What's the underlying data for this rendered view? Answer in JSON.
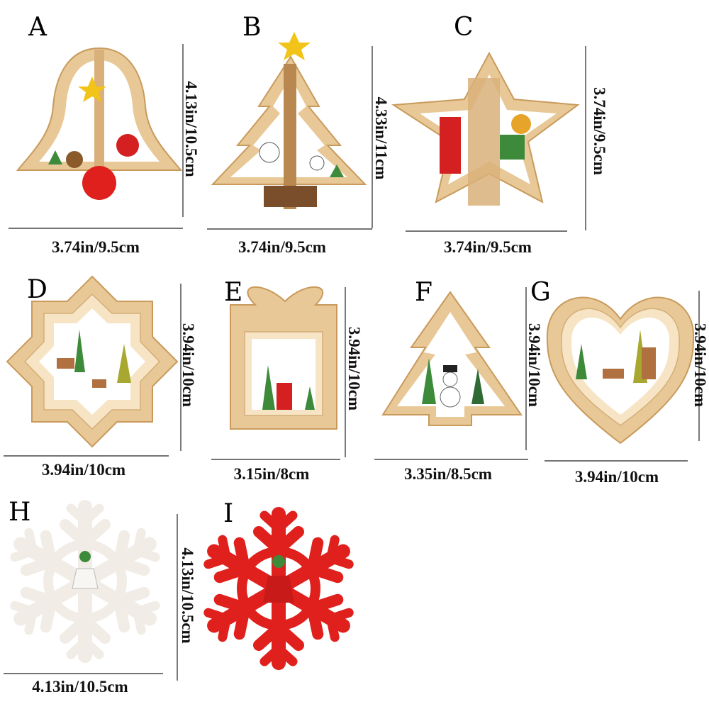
{
  "items": [
    {
      "letter": "A",
      "shape": "bell",
      "height": "4.13in/10.5cm",
      "width": "3.74in/9.5cm"
    },
    {
      "letter": "B",
      "shape": "tree-3d",
      "height": "4.33in/11cm",
      "width": "3.74in/9.5cm"
    },
    {
      "letter": "C",
      "shape": "star-3d",
      "height": "3.74in/9.5cm",
      "width": "3.74in/9.5cm"
    },
    {
      "letter": "D",
      "shape": "eight-point-star",
      "height": "3.94in/10cm",
      "width": "3.94in/10cm"
    },
    {
      "letter": "E",
      "shape": "gift-box",
      "height": "3.94in/10cm",
      "width": "3.15in/8cm"
    },
    {
      "letter": "F",
      "shape": "tree",
      "height": "3.94in/10cm",
      "width": "3.35in/8.5cm"
    },
    {
      "letter": "G",
      "shape": "heart",
      "height": "3.94in/10cm",
      "width": "3.94in/10cm"
    },
    {
      "letter": "H",
      "shape": "white-snowflake",
      "height": "4.13in/10.5cm",
      "width": "4.13in/10.5cm"
    },
    {
      "letter": "I",
      "shape": "red-snowflake"
    }
  ],
  "colors": {
    "wood": "#e8c896",
    "red": "#e0201c",
    "white": "#f4f1ec",
    "green": "#3d8a3a"
  }
}
